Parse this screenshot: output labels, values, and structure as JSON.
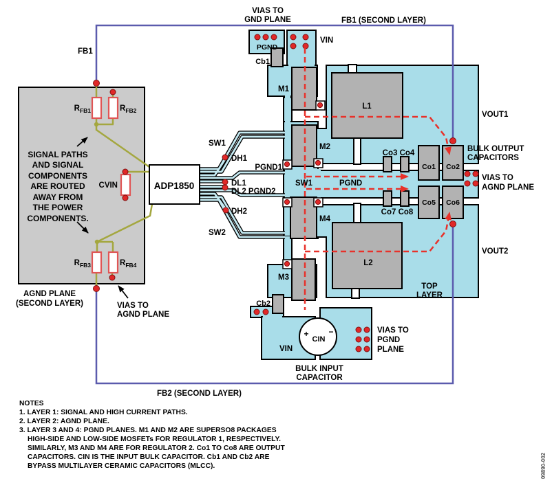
{
  "labels": {
    "vias_to_gnd_1": "VIAS TO",
    "vias_to_gnd_2": "GND PLANE",
    "fb1_layer": "FB1 (SECOND LAYER)",
    "fb1": "FB1",
    "pgnd_pad": "PGND",
    "cb1": "Cb1",
    "vin_top": "VIN",
    "m1": "M1",
    "m2": "M2",
    "m3": "M3",
    "m4": "M4",
    "l1": "L1",
    "l2": "L2",
    "vout1": "VOUT1",
    "vout2": "VOUT2",
    "co3_co4": "Co3 Co4",
    "co7_co8": "Co7 Co8",
    "co1": "Co1",
    "co2": "Co2",
    "co5": "Co5",
    "co6": "Co6",
    "bulk_out_1": "BULK OUTPUT",
    "bulk_out_2": "CAPACITORS",
    "vias_agnd_1": "VIAS TO",
    "vias_agnd_2": "AGND PLANE",
    "sw1_plane": "SW1",
    "pgnd_plane": "PGND",
    "top_layer_1": "TOP",
    "top_layer_2": "LAYER",
    "cb2": "Cb2",
    "vin_bottom": "VIN",
    "cin": "CIN",
    "plus": "+",
    "minus": "−",
    "vias_pgnd_1": "VIAS TO",
    "vias_pgnd_2": "PGND",
    "vias_pgnd_3": "PLANE",
    "bulk_in_1": "BULK INPUT",
    "bulk_in_2": "CAPACITOR",
    "fb2_layer": "FB2 (SECOND LAYER)",
    "agnd_plane_1": "AGND PLANE",
    "agnd_plane_2": "(SECOND LAYER)",
    "vias_agnd_bl_1": "VIAS TO",
    "vias_agnd_bl_2": "AGND PLANE"
  },
  "chip": {
    "name": "ADP1850"
  },
  "pins": {
    "sw1": "SW1",
    "dh1": "DH1",
    "pgnd1": "PGND1",
    "dl1": "DL1",
    "dl2_pgnd2": "DL2 PGND2",
    "dh2": "DH2",
    "sw2": "SW2"
  },
  "signal_box": {
    "lines": [
      "SIGNAL PATHS",
      "AND SIGNAL",
      "COMPONENTS",
      "ARE ROUTED",
      "AWAY FROM",
      "THE POWER",
      "COMPONENTS."
    ],
    "cvin": "CVIN",
    "r": "R",
    "fb1": "FB1",
    "fb2": "FB2",
    "fb3": "FB3",
    "fb4": "FB4"
  },
  "notes": {
    "title": "NOTES",
    "lines": [
      "1. LAYER 1: SIGNAL AND HIGH CURRENT PATHS.",
      "2. LAYER 2: AGND PLANE.",
      "3. LAYER 3 AND 4: PGND PLANES. M1 AND M2 ARE SUPERSO8 PACKAGES",
      "HIGH-SIDE AND LOW-SIDE MOSFETs FOR REGULATOR 1, RESPECTIVELY.",
      "SIMILARLY, M3 AND M4 ARE FOR REGULATOR 2. Co1 TO Co8 ARE OUTPUT",
      "CAPACITORS. CIN IS THE INPUT BULK CAPACITOR. Cb1 AND Cb2 ARE",
      "BYPASS MULTILAYER CERAMIC CAPACITORS (MLCC)."
    ]
  },
  "watermark": "09890-002",
  "colors": {
    "board_cyan": "#a9dde9",
    "trace_cyan": "#c5eaf2",
    "component_gray": "#b2b2b2",
    "signal_box_gray": "#cbcbcb",
    "via_red": "#e02828",
    "dashed_red": "#e8312a",
    "feedback_blue": "#5b5bad",
    "signal_olive": "#a4a73f",
    "resistor_red": "#e05555"
  }
}
